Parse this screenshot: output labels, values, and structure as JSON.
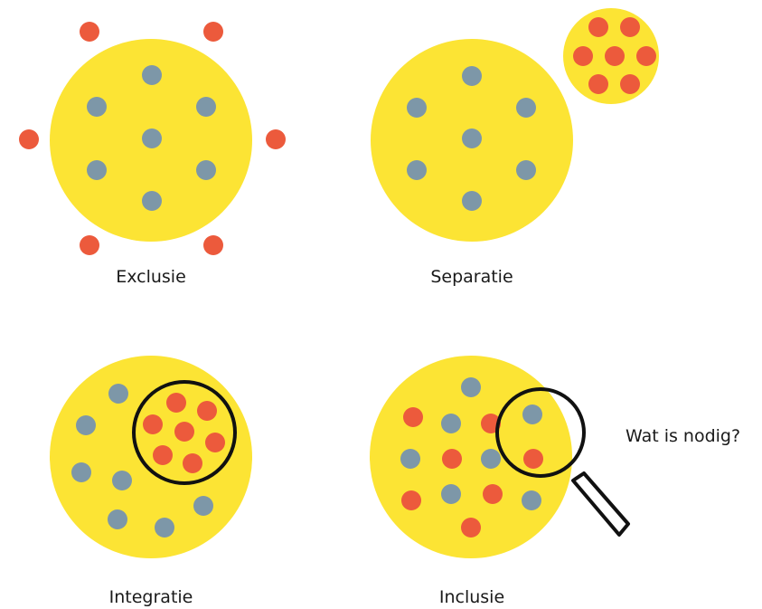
{
  "panels": {
    "exclusion": {
      "label": "Exclusie"
    },
    "separation": {
      "label": "Separatie"
    },
    "integration": {
      "label": "Integratie"
    },
    "inclusion": {
      "label": "Inclusie"
    }
  },
  "magnifier_label": "Wat is nodig?",
  "colors": {
    "circle": "#fce434",
    "blue_dot": "#7d97a8",
    "red_dot": "#ec5a3c",
    "outline": "#111111"
  }
}
